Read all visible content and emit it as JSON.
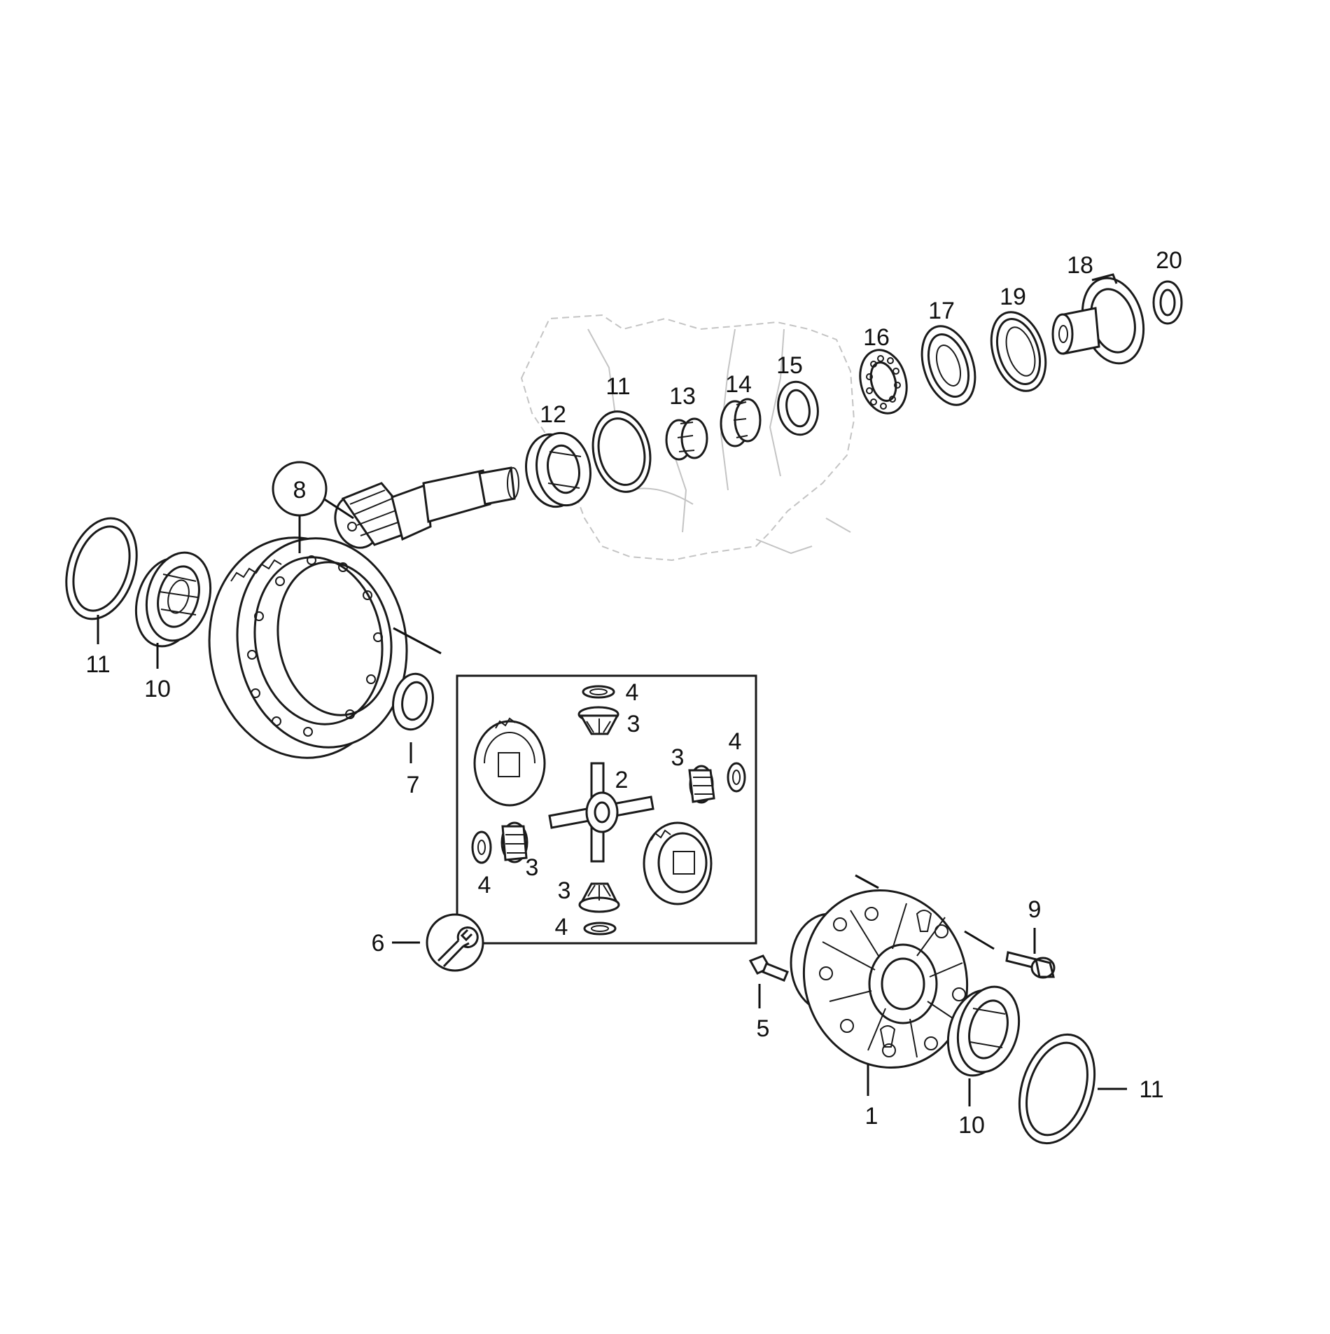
{
  "labels": {
    "p11a": "11",
    "p10a": "10",
    "p8": "8",
    "p7": "7",
    "p12": "12",
    "p11b": "11",
    "p13": "13",
    "p14": "14",
    "p15": "15",
    "p16": "16",
    "p17": "17",
    "p19": "19",
    "p18": "18",
    "p20": "20",
    "p4a": "4",
    "p3a": "3",
    "p2": "2",
    "p3b": "3",
    "p4b": "4",
    "p3c": "3",
    "p4c": "4",
    "p3d": "3",
    "p4d": "4",
    "p6": "6",
    "p9": "9",
    "p5": "5",
    "p1": "1",
    "p10b": "10",
    "p11c": "11"
  },
  "icons": {
    "tool": "wrench-icon"
  },
  "colors": {
    "line": "#1a1a1a",
    "ghost_housing": "#c4c4c4",
    "background": "#ffffff"
  }
}
